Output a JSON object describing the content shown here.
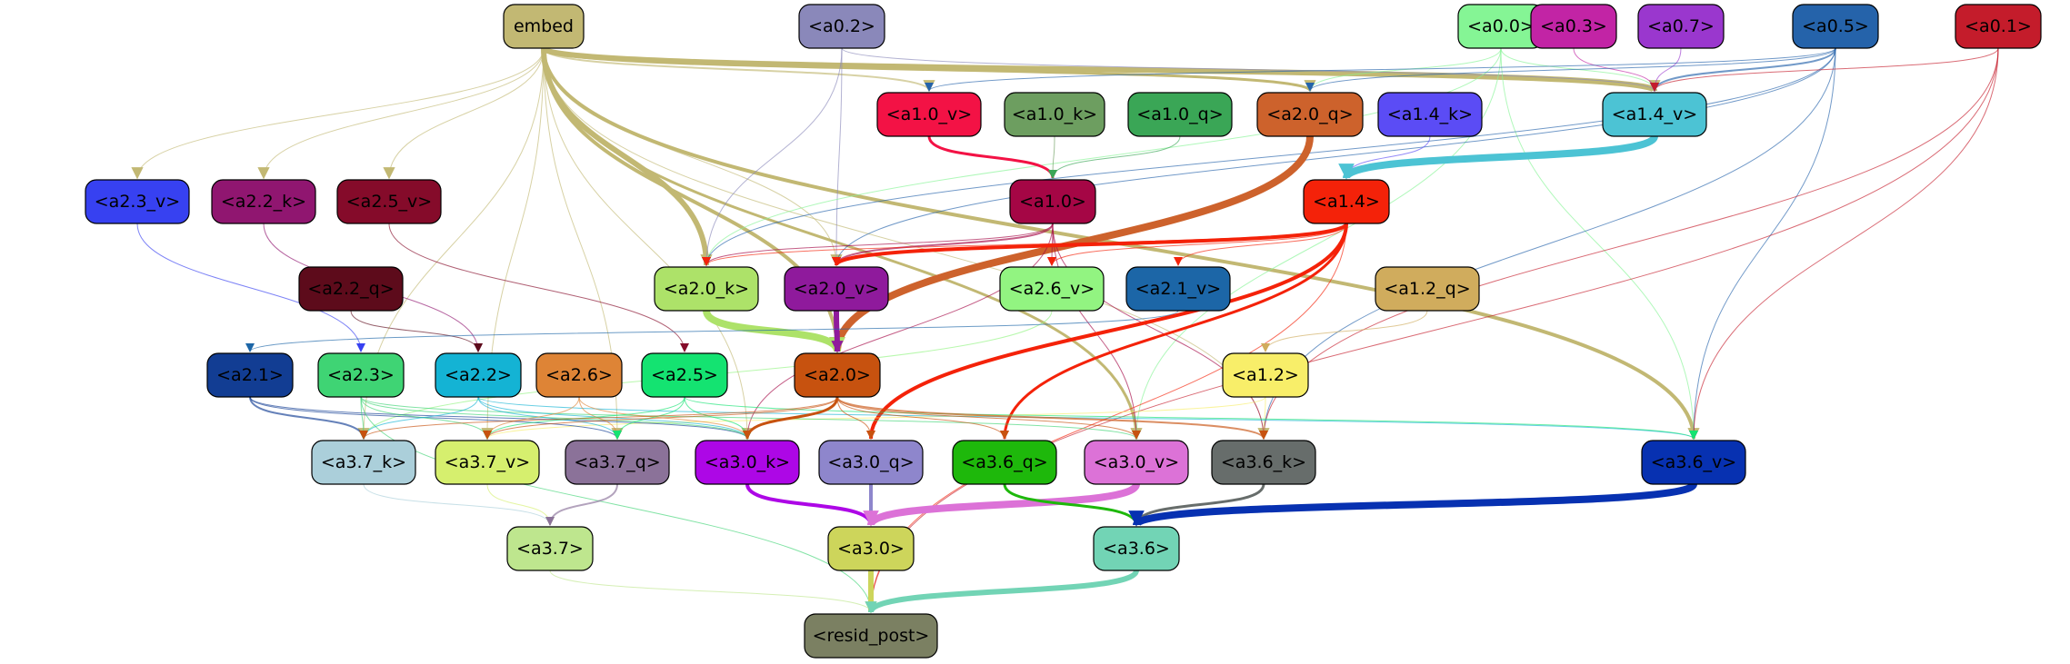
{
  "nodes": [
    {
      "id": "embed",
      "label": "embed",
      "fill": "#c2b873",
      "text": "#000000"
    },
    {
      "id": "a0_2",
      "label": "<a0.2>",
      "fill": "#8a88ba",
      "text": "#000000"
    },
    {
      "id": "a0_0",
      "label": "<a0.0>",
      "fill": "#85f595",
      "text": "#000000"
    },
    {
      "id": "a0_3",
      "label": "<a0.3>",
      "fill": "#c224a5",
      "text": "#000000"
    },
    {
      "id": "a0_7",
      "label": "<a0.7>",
      "fill": "#9a37ce",
      "text": "#000000"
    },
    {
      "id": "a0_5",
      "label": "<a0.5>",
      "fill": "#2563aa",
      "text": "#000000"
    },
    {
      "id": "a0_1",
      "label": "<a0.1>",
      "fill": "#c41c2b",
      "text": "#000000"
    },
    {
      "id": "a1_0_v",
      "label": "<a1.0_v>",
      "fill": "#f31245",
      "text": "#000000"
    },
    {
      "id": "a1_0_k",
      "label": "<a1.0_k>",
      "fill": "#6d9e60",
      "text": "#000000"
    },
    {
      "id": "a1_0_q",
      "label": "<a1.0_q>",
      "fill": "#3aa656",
      "text": "#000000"
    },
    {
      "id": "a2_0_q",
      "label": "<a2.0_q>",
      "fill": "#cd622c",
      "text": "#000000"
    },
    {
      "id": "a1_4_k",
      "label": "<a1.4_k>",
      "fill": "#5b4cf5",
      "text": "#000000"
    },
    {
      "id": "a1_4_v",
      "label": "<a1.4_v>",
      "fill": "#4cc3d4",
      "text": "#000000"
    },
    {
      "id": "a2_3_v",
      "label": "<a2.3_v>",
      "fill": "#3741f1",
      "text": "#000000"
    },
    {
      "id": "a2_2_k",
      "label": "<a2.2_k>",
      "fill": "#901670",
      "text": "#000000"
    },
    {
      "id": "a2_5_v",
      "label": "<a2.5_v>",
      "fill": "#850b2a",
      "text": "#000000"
    },
    {
      "id": "a1_0",
      "label": "<a1.0>",
      "fill": "#a50645",
      "text": "#000000"
    },
    {
      "id": "a1_4",
      "label": "<a1.4>",
      "fill": "#f42209",
      "text": "#000000"
    },
    {
      "id": "a2_2_q",
      "label": "<a2.2_q>",
      "fill": "#5d0b1b",
      "text": "#000000"
    },
    {
      "id": "a2_0_k",
      "label": "<a2.0_k>",
      "fill": "#ade269",
      "text": "#000000"
    },
    {
      "id": "a2_0_v",
      "label": "<a2.0_v>",
      "fill": "#8f1a9c",
      "text": "#000000"
    },
    {
      "id": "a2_6_v",
      "label": "<a2.6_v>",
      "fill": "#92f481",
      "text": "#000000"
    },
    {
      "id": "a2_1_v",
      "label": "<a2.1_v>",
      "fill": "#1c66a7",
      "text": "#000000"
    },
    {
      "id": "a1_2_q",
      "label": "<a1.2_q>",
      "fill": "#d0ac5d",
      "text": "#000000"
    },
    {
      "id": "a2_1",
      "label": "<a2.1>",
      "fill": "#123d93",
      "text": "#000000"
    },
    {
      "id": "a2_3",
      "label": "<a2.3>",
      "fill": "#3fd474",
      "text": "#000000"
    },
    {
      "id": "a2_2",
      "label": "<a2.2>",
      "fill": "#14b3d4",
      "text": "#000000"
    },
    {
      "id": "a2_6",
      "label": "<a2.6>",
      "fill": "#de8436",
      "text": "#000000"
    },
    {
      "id": "a2_5",
      "label": "<a2.5>",
      "fill": "#14e371",
      "text": "#000000"
    },
    {
      "id": "a2_0",
      "label": "<a2.0>",
      "fill": "#c7520f",
      "text": "#000000"
    },
    {
      "id": "a1_2",
      "label": "<a1.2>",
      "fill": "#f8ee69",
      "text": "#000000"
    },
    {
      "id": "a3_7_k",
      "label": "<a3.7_k>",
      "fill": "#abcfda",
      "text": "#000000"
    },
    {
      "id": "a3_7_v",
      "label": "<a3.7_v>",
      "fill": "#d6ef6e",
      "text": "#000000"
    },
    {
      "id": "a3_7_q",
      "label": "<a3.7_q>",
      "fill": "#8b7299",
      "text": "#000000"
    },
    {
      "id": "a3_0_k",
      "label": "<a3.0_k>",
      "fill": "#ad07e6",
      "text": "#000000"
    },
    {
      "id": "a3_0_q",
      "label": "<a3.0_q>",
      "fill": "#8e86cc",
      "text": "#000000"
    },
    {
      "id": "a3_6_q",
      "label": "<a3.6_q>",
      "fill": "#1eb80b",
      "text": "#000000"
    },
    {
      "id": "a3_0_v",
      "label": "<a3.0_v>",
      "fill": "#dc72d7",
      "text": "#000000"
    },
    {
      "id": "a3_6_k",
      "label": "<a3.6_k>",
      "fill": "#676d6b",
      "text": "#000000"
    },
    {
      "id": "a3_6_v",
      "label": "<a3.6_v>",
      "fill": "#0731b1",
      "text": "#000000"
    },
    {
      "id": "a3_7",
      "label": "<a3.7>",
      "fill": "#bee68e",
      "text": "#000000"
    },
    {
      "id": "a3_0",
      "label": "<a3.0>",
      "fill": "#cdd55b",
      "text": "#000000"
    },
    {
      "id": "a3_6",
      "label": "<a3.6>",
      "fill": "#72d4b5",
      "text": "#000000"
    },
    {
      "id": "resid_post",
      "label": "<resid_post>",
      "fill": "#7b8062",
      "text": "#000000"
    }
  ],
  "edges": [
    {
      "from": "embed",
      "to": "a1_4_v",
      "color": "#c2b873",
      "width": 6
    },
    {
      "from": "embed",
      "to": "a2_0_k",
      "color": "#c2b873",
      "width": 6
    },
    {
      "from": "embed",
      "to": "a2_0",
      "color": "#c2b873",
      "width": 4
    },
    {
      "from": "embed",
      "to": "a3_6_v",
      "color": "#c2b873",
      "width": 4
    },
    {
      "from": "embed",
      "to": "a2_0_q",
      "color": "#c2b873",
      "width": 3
    },
    {
      "from": "embed",
      "to": "a1_0_v",
      "color": "#c2b873",
      "width": 2
    },
    {
      "from": "embed",
      "to": "a3_0_v",
      "color": "#c2b873",
      "width": 3
    },
    {
      "from": "embed",
      "to": "a2_3_v",
      "color": "#c2b873",
      "width": 1
    },
    {
      "from": "embed",
      "to": "a2_2_k",
      "color": "#c2b873",
      "width": 1
    },
    {
      "from": "embed",
      "to": "a2_5_v",
      "color": "#c2b873",
      "width": 1
    },
    {
      "from": "embed",
      "to": "a2_0_v",
      "color": "#c2b873",
      "width": 1
    },
    {
      "from": "embed",
      "to": "a3_7_k",
      "color": "#c2b873",
      "width": 1
    },
    {
      "from": "embed",
      "to": "a3_7_v",
      "color": "#c2b873",
      "width": 1
    },
    {
      "from": "embed",
      "to": "a3_7_q",
      "color": "#c2b873",
      "width": 1
    },
    {
      "from": "embed",
      "to": "a3_0_k",
      "color": "#c2b873",
      "width": 1
    },
    {
      "from": "embed",
      "to": "a3_6_k",
      "color": "#c2b873",
      "width": 1
    },
    {
      "from": "a0_2",
      "to": "a2_0_k",
      "color": "#8a88ba",
      "width": 1
    },
    {
      "from": "a0_2",
      "to": "a2_0_v",
      "color": "#8a88ba",
      "width": 1
    },
    {
      "from": "a0_2",
      "to": "a1_4_v",
      "color": "#8a88ba",
      "width": 1
    },
    {
      "from": "a0_0",
      "to": "a2_0_q",
      "color": "#85f595",
      "width": 1
    },
    {
      "from": "a0_0",
      "to": "a1_4_v",
      "color": "#85f595",
      "width": 1
    },
    {
      "from": "a0_0",
      "to": "a2_0_k",
      "color": "#85f595",
      "width": 1
    },
    {
      "from": "a0_0",
      "to": "a3_6_v",
      "color": "#85f595",
      "width": 1
    },
    {
      "from": "a0_0",
      "to": "a3_0_v",
      "color": "#85f595",
      "width": 1
    },
    {
      "from": "a0_3",
      "to": "a1_4_v",
      "color": "#c224a5",
      "width": 1
    },
    {
      "from": "a0_7",
      "to": "a1_4_v",
      "color": "#9a37ce",
      "width": 1
    },
    {
      "from": "a0_5",
      "to": "a1_4_v",
      "color": "#2563aa",
      "width": 2
    },
    {
      "from": "a0_5",
      "to": "a1_0_v",
      "color": "#2563aa",
      "width": 1
    },
    {
      "from": "a0_5",
      "to": "a2_0_q",
      "color": "#2563aa",
      "width": 1
    },
    {
      "from": "a0_5",
      "to": "a2_0_k",
      "color": "#2563aa",
      "width": 1
    },
    {
      "from": "a0_5",
      "to": "a2_0_v",
      "color": "#2563aa",
      "width": 1
    },
    {
      "from": "a0_5",
      "to": "a3_6_v",
      "color": "#2563aa",
      "width": 1
    },
    {
      "from": "a0_5",
      "to": "a3_6_k",
      "color": "#2563aa",
      "width": 1
    },
    {
      "from": "a0_1",
      "to": "a1_4_v",
      "color": "#c41c2b",
      "width": 1
    },
    {
      "from": "a0_1",
      "to": "a3_6_v",
      "color": "#c41c2b",
      "width": 1
    },
    {
      "from": "a0_1",
      "to": "a3_6_k",
      "color": "#c41c2b",
      "width": 1
    },
    {
      "from": "a0_1",
      "to": "resid_post",
      "color": "#c41c2b",
      "width": 1
    },
    {
      "from": "a1_0_v",
      "to": "a1_0",
      "color": "#f31245",
      "width": 3
    },
    {
      "from": "a1_0_k",
      "to": "a1_0",
      "color": "#6d9e60",
      "width": 1
    },
    {
      "from": "a1_0_q",
      "to": "a1_0",
      "color": "#3aa656",
      "width": 1
    },
    {
      "from": "a1_4_k",
      "to": "a1_4",
      "color": "#5b4cf5",
      "width": 1
    },
    {
      "from": "a1_4_v",
      "to": "a1_4",
      "color": "#4cc3d4",
      "width": 8
    },
    {
      "from": "a2_0_q",
      "to": "a2_0",
      "color": "#cd622c",
      "width": 8
    },
    {
      "from": "a1_0",
      "to": "a2_0_k",
      "color": "#a50645",
      "width": 1
    },
    {
      "from": "a1_0",
      "to": "a2_0_v",
      "color": "#a50645",
      "width": 2
    },
    {
      "from": "a1_0",
      "to": "a2_6_v",
      "color": "#a50645",
      "width": 1
    },
    {
      "from": "a1_0",
      "to": "a3_0_k",
      "color": "#a50645",
      "width": 1
    },
    {
      "from": "a1_0",
      "to": "a3_0_v",
      "color": "#a50645",
      "width": 1
    },
    {
      "from": "a1_0",
      "to": "a3_6_k",
      "color": "#a50645",
      "width": 1
    },
    {
      "from": "a1_4",
      "to": "a2_0_v",
      "color": "#f42209",
      "width": 4
    },
    {
      "from": "a1_4",
      "to": "a3_0_q",
      "color": "#f42209",
      "width": 4
    },
    {
      "from": "a1_4",
      "to": "a3_6_q",
      "color": "#f42209",
      "width": 3
    },
    {
      "from": "a1_4",
      "to": "a2_1_v",
      "color": "#f42209",
      "width": 1
    },
    {
      "from": "a1_4",
      "to": "a2_6_v",
      "color": "#f42209",
      "width": 1
    },
    {
      "from": "a1_4",
      "to": "a2_0_k",
      "color": "#f42209",
      "width": 1
    },
    {
      "from": "a1_4",
      "to": "resid_post",
      "color": "#f42209",
      "width": 1
    },
    {
      "from": "a2_3_v",
      "to": "a2_3",
      "color": "#3741f1",
      "width": 1
    },
    {
      "from": "a2_2_k",
      "to": "a2_2",
      "color": "#901670",
      "width": 1
    },
    {
      "from": "a2_5_v",
      "to": "a2_5",
      "color": "#850b2a",
      "width": 1
    },
    {
      "from": "a2_2_q",
      "to": "a2_2",
      "color": "#5d0b1b",
      "width": 1
    },
    {
      "from": "a2_0_k",
      "to": "a2_0",
      "color": "#ade269",
      "width": 8
    },
    {
      "from": "a2_0_v",
      "to": "a2_0",
      "color": "#8f1a9c",
      "width": 6
    },
    {
      "from": "a2_6_v",
      "to": "a3_7_k",
      "color": "#92f481",
      "width": 1
    },
    {
      "from": "a2_1_v",
      "to": "a2_1",
      "color": "#1c66a7",
      "width": 1
    },
    {
      "from": "a1_2_q",
      "to": "a1_2",
      "color": "#d0ac5d",
      "width": 1
    },
    {
      "from": "a1_2",
      "to": "a3_6_k",
      "color": "#f8ee69",
      "width": 1
    },
    {
      "from": "a1_2",
      "to": "a3_7_v",
      "color": "#f8ee69",
      "width": 1
    },
    {
      "from": "a2_1",
      "to": "a3_7_k",
      "color": "#123d93",
      "width": 2
    },
    {
      "from": "a2_1",
      "to": "a3_7_q",
      "color": "#123d93",
      "width": 1
    },
    {
      "from": "a2_1",
      "to": "a3_0_k",
      "color": "#123d93",
      "width": 1
    },
    {
      "from": "a2_3",
      "to": "a3_7_k",
      "color": "#3fd474",
      "width": 1
    },
    {
      "from": "a2_3",
      "to": "a3_7_v",
      "color": "#3fd474",
      "width": 1
    },
    {
      "from": "a2_3",
      "to": "a3_0_k",
      "color": "#3fd474",
      "width": 1
    },
    {
      "from": "a2_3",
      "to": "a3_0_v",
      "color": "#3fd474",
      "width": 1
    },
    {
      "from": "a2_3",
      "to": "resid_post",
      "color": "#3fd474",
      "width": 1
    },
    {
      "from": "a2_2",
      "to": "a3_7_k",
      "color": "#14b3d4",
      "width": 1
    },
    {
      "from": "a2_2",
      "to": "a3_7_q",
      "color": "#14b3d4",
      "width": 1
    },
    {
      "from": "a2_2",
      "to": "a3_0_k",
      "color": "#14b3d4",
      "width": 1
    },
    {
      "from": "a2_2",
      "to": "a3_6_v",
      "color": "#14b3d4",
      "width": 1
    },
    {
      "from": "a2_6",
      "to": "a3_7_q",
      "color": "#de8436",
      "width": 1
    },
    {
      "from": "a2_6",
      "to": "a3_0_k",
      "color": "#de8436",
      "width": 1
    },
    {
      "from": "a2_6",
      "to": "a3_7_v",
      "color": "#de8436",
      "width": 1
    },
    {
      "from": "a2_5",
      "to": "a3_7_v",
      "color": "#14e371",
      "width": 1
    },
    {
      "from": "a2_5",
      "to": "a3_0_k",
      "color": "#14e371",
      "width": 1
    },
    {
      "from": "a2_5",
      "to": "a3_6_v",
      "color": "#14e371",
      "width": 1
    },
    {
      "from": "a2_5",
      "to": "a3_7_q",
      "color": "#14e371",
      "width": 1
    },
    {
      "from": "a2_0",
      "to": "a3_0_k",
      "color": "#c7520f",
      "width": 3
    },
    {
      "from": "a2_0",
      "to": "a3_6_k",
      "color": "#c7520f",
      "width": 2
    },
    {
      "from": "a2_0",
      "to": "a3_6_q",
      "color": "#c7520f",
      "width": 1
    },
    {
      "from": "a2_0",
      "to": "a3_0_q",
      "color": "#c7520f",
      "width": 1
    },
    {
      "from": "a2_0",
      "to": "a3_7_v",
      "color": "#c7520f",
      "width": 1
    },
    {
      "from": "a2_0",
      "to": "a3_7_k",
      "color": "#c7520f",
      "width": 1
    },
    {
      "from": "a2_0",
      "to": "a3_0_v",
      "color": "#c7520f",
      "width": 1
    },
    {
      "from": "a3_7_k",
      "to": "a3_7",
      "color": "#abcfda",
      "width": 1
    },
    {
      "from": "a3_7_v",
      "to": "a3_7",
      "color": "#d6ef6e",
      "width": 1
    },
    {
      "from": "a3_7_q",
      "to": "a3_7",
      "color": "#8b7299",
      "width": 2
    },
    {
      "from": "a3_0_k",
      "to": "a3_0",
      "color": "#ad07e6",
      "width": 4
    },
    {
      "from": "a3_0_q",
      "to": "a3_0",
      "color": "#8e86cc",
      "width": 4
    },
    {
      "from": "a3_0_v",
      "to": "a3_0",
      "color": "#dc72d7",
      "width": 8
    },
    {
      "from": "a3_6_q",
      "to": "a3_6",
      "color": "#1eb80b",
      "width": 3
    },
    {
      "from": "a3_6_k",
      "to": "a3_6",
      "color": "#676d6b",
      "width": 3
    },
    {
      "from": "a3_6_v",
      "to": "a3_6",
      "color": "#0731b1",
      "width": 8
    },
    {
      "from": "a3_7",
      "to": "resid_post",
      "color": "#bee68e",
      "width": 1
    },
    {
      "from": "a3_0",
      "to": "resid_post",
      "color": "#cdd55b",
      "width": 6
    },
    {
      "from": "a3_6",
      "to": "resid_post",
      "color": "#72d4b5",
      "width": 6
    }
  ]
}
